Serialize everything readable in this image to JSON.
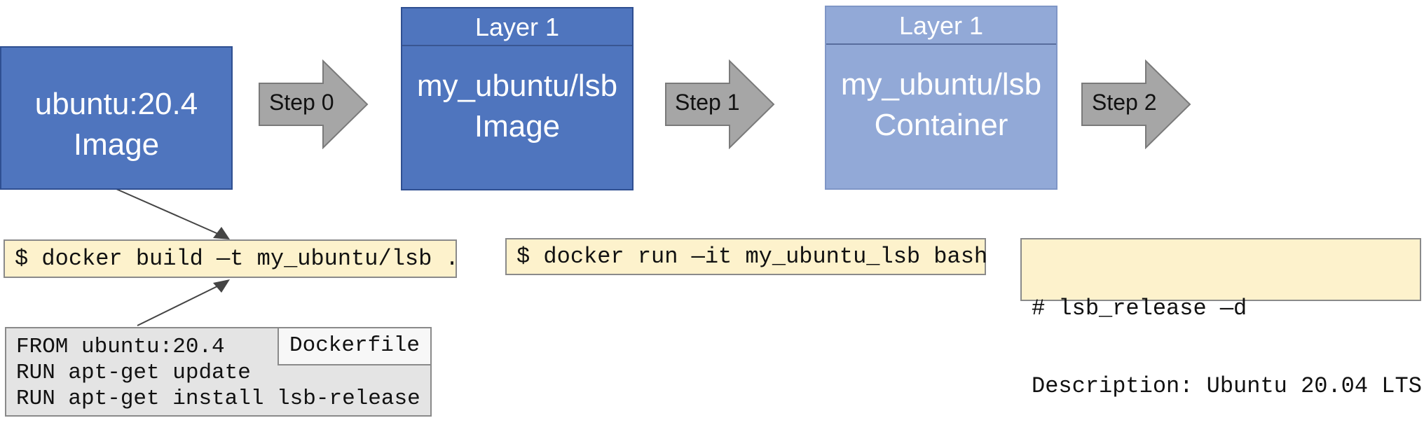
{
  "nodes": {
    "base_image": {
      "line1": "ubuntu:20.4",
      "line2": "Image"
    },
    "built_image": {
      "layer": "Layer 1",
      "line1": "my_ubuntu/lsb",
      "line2": "Image"
    },
    "container": {
      "layer": "Layer 1",
      "line1": "my_ubuntu/lsb",
      "line2": "Container"
    }
  },
  "steps": [
    "Step 0",
    "Step 1",
    "Step 2"
  ],
  "commands": {
    "build": "$ docker build —t my_ubuntu/lsb .",
    "run": "$ docker run —it my_ubuntu_lsb bash",
    "output": [
      "# lsb_release —d",
      "Description: Ubuntu 20.04 LTS"
    ]
  },
  "dockerfile": {
    "tag": "Dockerfile",
    "lines": [
      "FROM ubuntu:20.4",
      "RUN apt-get update",
      "RUN apt-get install lsb-release"
    ]
  },
  "colors": {
    "image_fill": "#4f75be",
    "container_fill": "#92a9d7",
    "arrow_fill": "#a6a6a6",
    "command_fill": "#fdf2cc",
    "dockerfile_fill": "#e4e4e4"
  }
}
